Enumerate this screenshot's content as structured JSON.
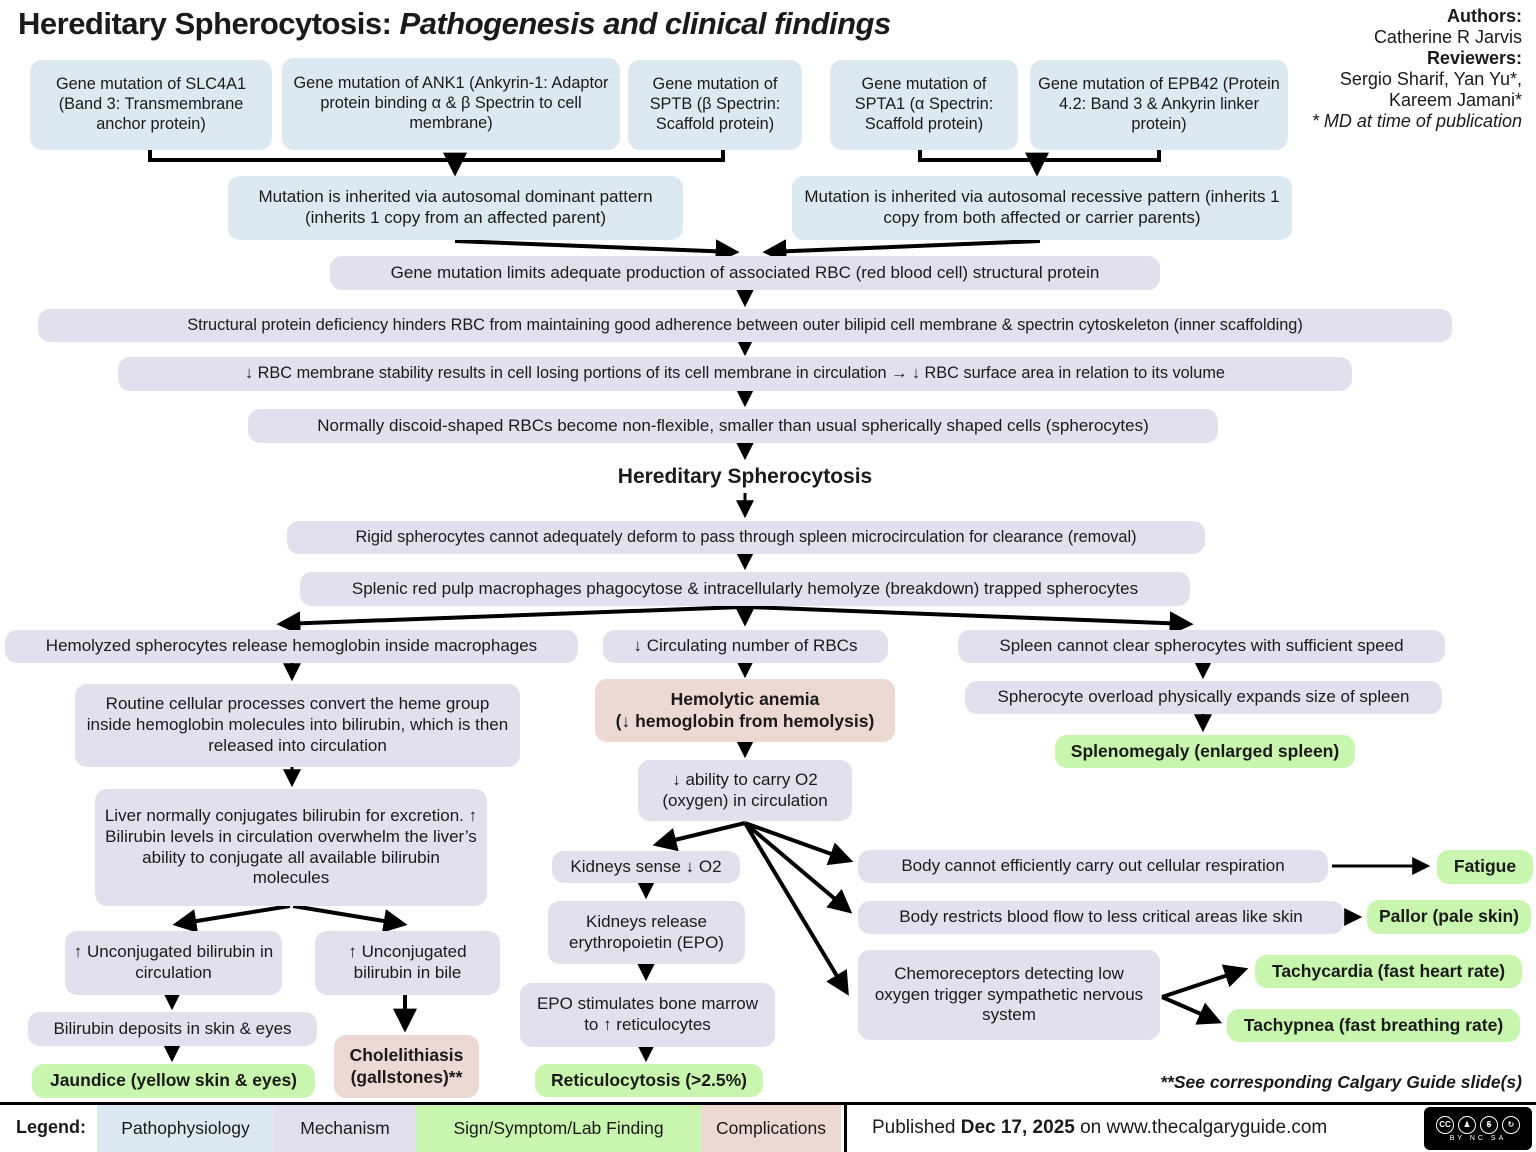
{
  "title": {
    "main": "Hereditary Spherocytosis: ",
    "sub": "Pathogenesis and clinical findings"
  },
  "credits": {
    "authors_label": "Authors:",
    "authors": "Catherine R Jarvis",
    "reviewers_label": "Reviewers:",
    "reviewers_line1": "Sergio Sharif, Yan Yu*,",
    "reviewers_line2": "Kareem Jamani*",
    "note": "* MD at time of publication"
  },
  "nodes": {
    "gene_slc4a1": "Gene mutation of SLC4A1 (Band 3: Transmembrane anchor protein)",
    "gene_ank1": "Gene mutation of ANK1 (Ankyrin-1: Adaptor protein binding α & β Spectrin to cell membrane)",
    "gene_sptb": "Gene mutation of SPTB (β Spectrin: Scaffold protein)",
    "gene_spta1": "Gene mutation of SPTA1 (α Spectrin: Scaffold protein)",
    "gene_epb42": "Gene mutation of EPB42 (Protein 4.2: Band 3 & Ankyrin linker protein)",
    "dominant": "Mutation is inherited via autosomal dominant pattern (inherits 1 copy from an affected parent)",
    "recessive": "Mutation is inherited via autosomal recessive pattern (inherits 1 copy from both affected or carrier parents)",
    "limits": "Gene mutation limits adequate production of associated RBC (red blood cell) structural protein",
    "structural": "Structural protein deficiency hinders RBC from maintaining good adherence between outer bilipid cell membrane & spectrin cytoskeleton (inner scaffolding)",
    "membrane": "↓ RBC membrane stability results in cell losing portions of its cell membrane in circulation → ↓ RBC surface area in relation to its volume",
    "discoid": "Normally discoid-shaped RBCs become non-flexible, smaller than usual spherically shaped cells (spherocytes)",
    "hs_heading": "Hereditary Spherocytosis",
    "rigid": "Rigid spherocytes cannot adequately deform to pass through spleen microcirculation for clearance (removal)",
    "splenic": "Splenic red pulp macrophages phagocytose & intracellularly hemolyze (breakdown) trapped spherocytes",
    "hemolyzed": "Hemolyzed spherocytes release hemoglobin inside macrophages",
    "circulating": "↓ Circulating number of RBCs",
    "spleen_cannot": "Spleen cannot clear spherocytes with sufficient speed",
    "routine": "Routine cellular processes convert the heme group inside hemoglobin molecules into bilirubin, which is then released into circulation",
    "liver": "Liver normally conjugates bilirubin for excretion. ↑ Bilirubin levels in circulation overwhelm the liver’s ability to conjugate all available bilirubin molecules",
    "unconj_circulation": "↑ Unconjugated bilirubin in circulation",
    "unconj_bile": "↑ Unconjugated bilirubin in bile",
    "deposits": "Bilirubin deposits in skin & eyes",
    "jaundice": "Jaundice (yellow skin & eyes)",
    "cholelithiasis": "Cholelithiasis\n(gallstones)**",
    "hemolytic_anemia": "Hemolytic anemia\n(↓ hemoglobin from hemolysis)",
    "ability": "↓ ability to carry O2 (oxygen) in circulation",
    "kidneys_sense": "Kidneys sense ↓ O2",
    "kidneys_release": "Kidneys release erythropoietin (EPO)",
    "epo_stimulates": "EPO stimulates bone marrow to ↑ reticulocytes",
    "reticulocytosis": "Reticulocytosis (>2.5%)",
    "spherocyte_overload": "Spherocyte overload physically expands size of spleen",
    "splenomegaly": "Splenomegaly (enlarged spleen)",
    "body_cannot": "Body cannot efficiently carry out cellular respiration",
    "fatigue": "Fatigue",
    "body_restricts": "Body restricts blood flow to less critical areas like skin",
    "pallor": "Pallor (pale skin)",
    "chemoreceptors": "Chemoreceptors detecting low oxygen trigger sympathetic nervous system",
    "tachycardia": "Tachycardia (fast heart rate)",
    "tachypnea": "Tachypnea (fast breathing rate)"
  },
  "footnote": "**See corresponding Calgary Guide slide(s)",
  "legend": {
    "label": "Legend:",
    "items": [
      {
        "label": "Pathophysiology",
        "color": "#dde9f1"
      },
      {
        "label": "Mechanism",
        "color": "#e3e0ed"
      },
      {
        "label": "Sign/Symptom/Lab Finding",
        "color": "#c9f6ae"
      },
      {
        "label": "Complications",
        "color": "#ecd9d3"
      }
    ]
  },
  "footer": {
    "published_prefix": "Published ",
    "published_date": "Dec 17, 2025",
    "published_suffix": " on www.thecalgaryguide.com",
    "cc_caption": "BY NC SA"
  },
  "palette": {
    "pathophysiology": "#dde9f1",
    "mechanism": "#e3e0ed",
    "sign_symptom_lab": "#c9f6ae",
    "complications": "#ecd9d3",
    "arrow": "#000000",
    "text": "#1a1a1a"
  }
}
